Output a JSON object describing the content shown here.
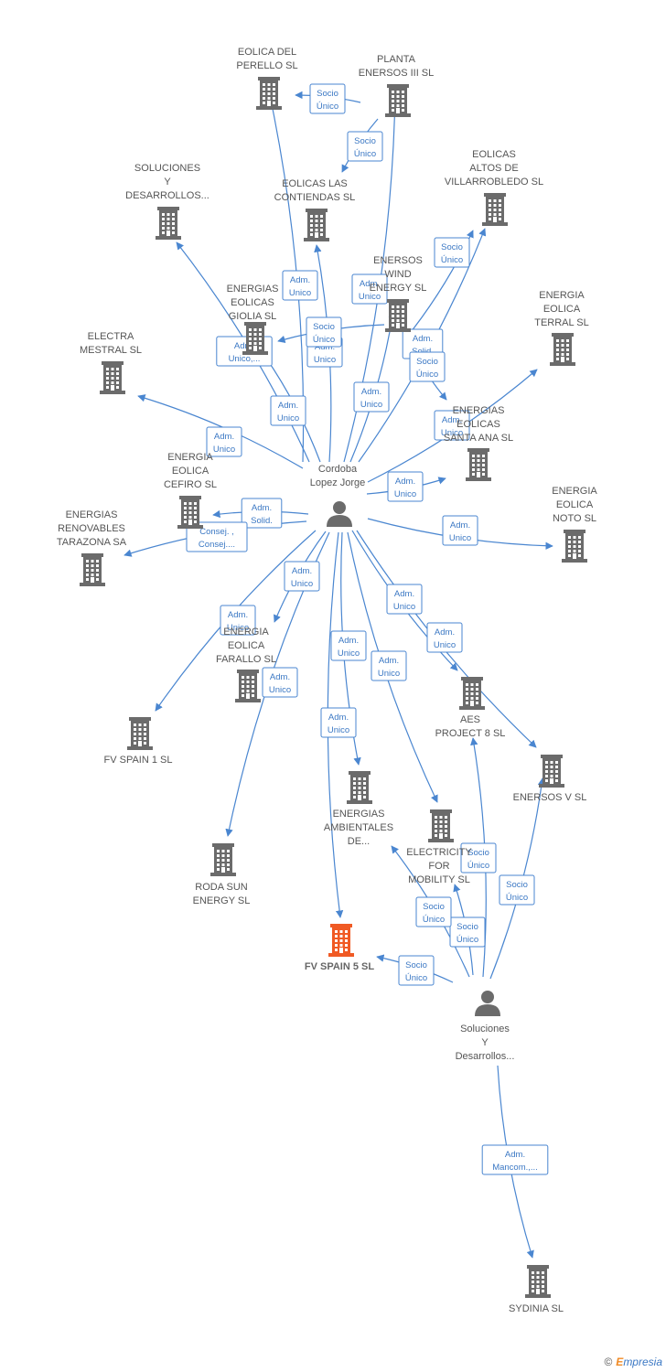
{
  "nodes": [
    {
      "id": "eolica_perello",
      "type": "company",
      "label": [
        "EOLICA DEL",
        "PERELLO SL"
      ]
    },
    {
      "id": "planta_enersos",
      "type": "company",
      "label": [
        "PLANTA",
        "ENERSOS III SL"
      ]
    },
    {
      "id": "soluciones_top",
      "type": "company",
      "label": [
        "SOLUCIONES",
        "Y",
        "DESARROLLOS..."
      ]
    },
    {
      "id": "eolicas_contiendas",
      "type": "company",
      "label": [
        "EOLICAS LAS",
        "CONTIENDAS SL"
      ]
    },
    {
      "id": "eolicas_altos",
      "type": "company",
      "label": [
        "EOLICAS",
        "ALTOS DE",
        "VILLARROBLEDO SL"
      ]
    },
    {
      "id": "enersos_wind",
      "type": "company",
      "label": [
        "ENERSOS",
        "WIND",
        "ENERGY SL"
      ]
    },
    {
      "id": "energias_giolia",
      "type": "company",
      "label": [
        "ENERGIAS",
        "EOLICAS",
        "GIOLIA SL"
      ]
    },
    {
      "id": "energia_terral",
      "type": "company",
      "label": [
        "ENERGIA",
        "EOLICA",
        "TERRAL SL"
      ]
    },
    {
      "id": "electra_mestral",
      "type": "company",
      "label": [
        "ELECTRA",
        "MESTRAL SL"
      ]
    },
    {
      "id": "energias_santa_ana",
      "type": "company",
      "label": [
        "ENERGIAS",
        "EOLICAS",
        "SANTA ANA SL"
      ]
    },
    {
      "id": "energia_cefiro",
      "type": "company",
      "label": [
        "ENERGIA",
        "EOLICA",
        "CEFIRO SL"
      ]
    },
    {
      "id": "person_cordoba",
      "type": "person",
      "label": [
        "Cordoba",
        "Lopez Jorge"
      ]
    },
    {
      "id": "energia_noto",
      "type": "company",
      "label": [
        "ENERGIA",
        "EOLICA",
        "NOTO SL"
      ]
    },
    {
      "id": "renovables_tarazona",
      "type": "company",
      "label": [
        "ENERGIAS",
        "RENOVABLES",
        "TARAZONA SA"
      ]
    },
    {
      "id": "energia_farallo",
      "type": "company",
      "label": [
        "ENERGIA",
        "EOLICA",
        "FARALLO SL"
      ]
    },
    {
      "id": "aes_project",
      "type": "company",
      "label": [
        "AES",
        "PROJECT 8 SL"
      ]
    },
    {
      "id": "fv_spain_1",
      "type": "company",
      "label": [
        "FV SPAIN 1 SL"
      ]
    },
    {
      "id": "enersos_v",
      "type": "company",
      "label": [
        "ENERSOS V SL"
      ]
    },
    {
      "id": "energias_ambientales",
      "type": "company",
      "label": [
        "ENERGIAS",
        "AMBIENTALES",
        "DE..."
      ]
    },
    {
      "id": "electricity_mobility",
      "type": "company",
      "label": [
        "ELECTRICITY",
        "FOR",
        "MOBILITY SL"
      ]
    },
    {
      "id": "roda_sun",
      "type": "company",
      "label": [
        "RODA SUN",
        "ENERGY SL"
      ]
    },
    {
      "id": "fv_spain_5",
      "type": "focus",
      "label": [
        "FV SPAIN 5 SL"
      ]
    },
    {
      "id": "person_soluciones",
      "type": "person",
      "label": [
        "Soluciones",
        "Y",
        "Desarrollos..."
      ]
    },
    {
      "id": "sydinia",
      "type": "company",
      "label": [
        "SYDINIA SL"
      ]
    }
  ],
  "edges": [
    {
      "from": "person_cordoba",
      "to": "eolica_perello",
      "label": [
        "Adm.",
        "Unico"
      ]
    },
    {
      "from": "person_cordoba",
      "to": "planta_enersos",
      "label": [
        "Adm.",
        "Unico"
      ]
    },
    {
      "from": "planta_enersos",
      "to": "eolica_perello",
      "label": [
        "Socio",
        "Único"
      ]
    },
    {
      "from": "planta_enersos",
      "to": "eolicas_contiendas",
      "label": [
        "Socio",
        "Único"
      ]
    },
    {
      "from": "person_cordoba",
      "to": "soluciones_top",
      "label": [
        "Adm.",
        "Unico,..."
      ]
    },
    {
      "from": "person_cordoba",
      "to": "eolicas_contiendas",
      "label": [
        "Adm.",
        "Unico"
      ]
    },
    {
      "from": "person_cordoba",
      "to": "eolicas_altos",
      "label": [
        "Adm.",
        "Solid."
      ]
    },
    {
      "from": "enersos_wind",
      "to": "eolicas_altos",
      "label": [
        "Socio",
        "Único"
      ]
    },
    {
      "from": "person_cordoba",
      "to": "enersos_wind",
      "label": [
        "Adm.",
        "Unico"
      ]
    },
    {
      "from": "enersos_wind",
      "to": "energias_giolia",
      "label": [
        "Socio",
        "Único"
      ]
    },
    {
      "from": "person_cordoba",
      "to": "energias_giolia",
      "label": [
        "Adm.",
        "Unico"
      ]
    },
    {
      "from": "enersos_wind",
      "to": "energias_santa_ana",
      "label": [
        "Socio",
        "Único"
      ]
    },
    {
      "from": "person_cordoba",
      "to": "energia_terral",
      "label": [
        "Adm.",
        "Unico"
      ]
    },
    {
      "from": "person_cordoba",
      "to": "electra_mestral",
      "label": [
        "Adm.",
        "Unico"
      ]
    },
    {
      "from": "person_cordoba",
      "to": "energias_santa_ana",
      "label": [
        "Adm.",
        "Unico"
      ]
    },
    {
      "from": "person_cordoba",
      "to": "energia_cefiro",
      "label": [
        "Adm.",
        "Solid."
      ]
    },
    {
      "from": "person_cordoba",
      "to": "energia_noto",
      "label": [
        "Adm.",
        "Unico"
      ]
    },
    {
      "from": "person_cordoba",
      "to": "renovables_tarazona",
      "label": [
        "Consej. ,",
        "Consej...."
      ]
    },
    {
      "from": "person_cordoba",
      "to": "energia_farallo",
      "label": [
        "Adm.",
        "Unico"
      ]
    },
    {
      "from": "person_cordoba",
      "to": "fv_spain_1",
      "label": [
        "Adm.",
        "Unico"
      ]
    },
    {
      "from": "person_cordoba",
      "to": "aes_project",
      "label": [
        "Adm.",
        "Unico"
      ]
    },
    {
      "from": "person_cordoba",
      "to": "enersos_v",
      "label": [
        "Adm.",
        "Unico"
      ]
    },
    {
      "from": "person_cordoba",
      "to": "energias_ambientales",
      "label": [
        "Adm.",
        "Unico"
      ]
    },
    {
      "from": "person_cordoba",
      "to": "electricity_mobility",
      "label": [
        "Adm.",
        "Unico"
      ]
    },
    {
      "from": "person_cordoba",
      "to": "roda_sun",
      "label": [
        "Adm.",
        "Unico"
      ]
    },
    {
      "from": "person_cordoba",
      "to": "fv_spain_5",
      "label": [
        "Adm.",
        "Unico"
      ]
    },
    {
      "from": "person_soluciones",
      "to": "aes_project",
      "label": [
        "Socio",
        "Único"
      ]
    },
    {
      "from": "person_soluciones",
      "to": "enersos_v",
      "label": [
        "Socio",
        "Único"
      ]
    },
    {
      "from": "person_soluciones",
      "to": "electricity_mobility",
      "label": [
        "Socio",
        "Único"
      ]
    },
    {
      "from": "person_soluciones",
      "to": "energias_ambientales",
      "label": [
        "Socio",
        "Único"
      ]
    },
    {
      "from": "person_soluciones",
      "to": "fv_spain_5",
      "label": [
        "Socio",
        "Único"
      ]
    },
    {
      "from": "person_soluciones",
      "to": "sydinia",
      "label": [
        "Adm.",
        "Mancom.,..."
      ]
    }
  ],
  "footer": {
    "copyright": "©",
    "brand": "Empresia"
  },
  "colors": {
    "edge": "#4a86d0",
    "company": "#6b6b6b",
    "focus": "#f05a24",
    "person": "#6b6b6b"
  }
}
